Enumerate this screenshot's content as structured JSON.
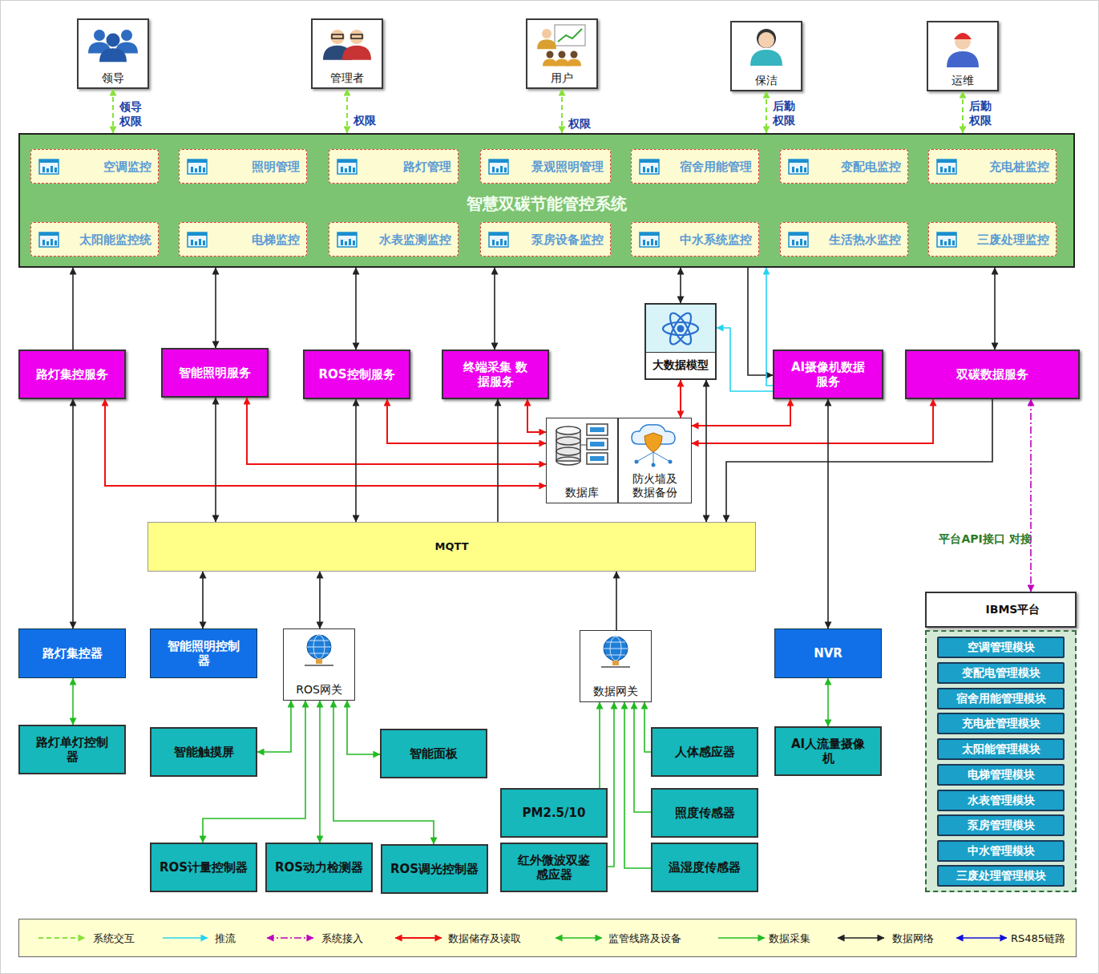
{
  "diagram": {
    "nodes": [
      {
        "text": [
          "领导"
        ]
      },
      {
        "text": [
          "管理者"
        ]
      },
      {
        "text": [
          "用户"
        ]
      },
      {
        "text": [
          "保洁"
        ]
      },
      {
        "text": [
          "运维"
        ]
      },
      {
        "text": [
          "智慧双碳节能管控系统"
        ]
      },
      {
        "text": [
          "空调监控"
        ],
        "in": 5
      },
      {
        "text": [
          "照明管理"
        ],
        "in": 5
      },
      {
        "text": [
          "路灯管理"
        ],
        "in": 5
      },
      {
        "text": [
          "景观照明管理"
        ],
        "in": 5
      },
      {
        "text": [
          "宿舍用能管理"
        ],
        "in": 5
      },
      {
        "text": [
          "变配电监控"
        ],
        "in": 5
      },
      {
        "text": [
          "充电桩监控"
        ],
        "in": 5
      },
      {
        "text": [
          "太阳能监控统"
        ],
        "in": 5
      },
      {
        "text": [
          "电梯监控"
        ],
        "in": 5
      },
      {
        "text": [
          "水表监测监控"
        ],
        "in": 5
      },
      {
        "text": [
          "泵房设备监控"
        ],
        "in": 5
      },
      {
        "text": [
          "中水系统监控"
        ],
        "in": 5
      },
      {
        "text": [
          "生活热水监控"
        ],
        "in": 5
      },
      {
        "text": [
          "三废处理监控"
        ],
        "in": 5
      },
      {
        "text": [
          "大数据模型"
        ]
      },
      {
        "text": [
          "路灯集控服务"
        ]
      },
      {
        "text": [
          "智能照明服务"
        ]
      },
      {
        "text": [
          "ROS控制服务"
        ]
      },
      {
        "text": [
          "终端采集 数据服务"
        ]
      },
      {
        "text": [
          "AI摄像机数据 服务"
        ]
      },
      {
        "text": [
          "双碳数据服务"
        ]
      },
      {
        "text": [
          "数据库"
        ]
      },
      {
        "text": [
          "防火墙及 数据备份"
        ]
      },
      {
        "text": [
          "MQTT"
        ]
      },
      {
        "text": [
          "路灯集控器"
        ]
      },
      {
        "text": [
          "智能照明控制 器"
        ]
      },
      {
        "text": [
          "ROS网关"
        ]
      },
      {
        "text": [
          "数据网关"
        ]
      },
      {
        "text": [
          "NVR"
        ]
      },
      {
        "text": [
          "IBMS平台"
        ]
      },
      {
        "text": [
          "空调管理模块"
        ],
        "in": 35
      },
      {
        "text": [
          "变配电管理模块"
        ],
        "in": 35
      },
      {
        "text": [
          "宿舍用能管理模块"
        ],
        "in": 35
      },
      {
        "text": [
          "充电桩管理模块"
        ],
        "in": 35
      },
      {
        "text": [
          "太阳能管理模块"
        ],
        "in": 35
      },
      {
        "text": [
          "电梯管理模块"
        ],
        "in": 35
      },
      {
        "text": [
          "水表管理模块"
        ],
        "in": 35
      },
      {
        "text": [
          "泵房管理模块"
        ],
        "in": 35
      },
      {
        "text": [
          "中水管理模块"
        ],
        "in": 35
      },
      {
        "text": [
          "三废处理管理模块"
        ],
        "in": 35
      },
      {
        "text": [
          "路灯单灯控制 器"
        ]
      },
      {
        "text": [
          "智能触摸屏"
        ]
      },
      {
        "text": [
          "智能面板"
        ]
      },
      {
        "text": [
          "ROS计量控制器"
        ]
      },
      {
        "text": [
          "ROS动力检测器"
        ]
      },
      {
        "text": [
          "ROS调光控制器"
        ]
      },
      {
        "text": [
          "AI人流量摄像 机"
        ]
      },
      {
        "text": [
          "PM2.5/10"
        ]
      },
      {
        "text": [
          "红外微波双鉴 感应器"
        ]
      },
      {
        "text": [
          "人体感应器"
        ]
      },
      {
        "text": [
          "照度传感器"
        ]
      },
      {
        "text": [
          "温湿度传感器"
        ]
      }
    ],
    "edges": [
      {
        "from": 0,
        "to": 5,
        "arrow": "both",
        "label": "领导 权限"
      },
      {
        "from": 1,
        "to": 5,
        "arrow": "both",
        "label": "权限"
      },
      {
        "from": 2,
        "to": 5,
        "arrow": "both",
        "label": "权限"
      },
      {
        "from": 3,
        "to": 5,
        "arrow": "both",
        "label": "后勤 权限"
      },
      {
        "from": 4,
        "to": 5,
        "arrow": "both",
        "label": "后勤 权限"
      },
      {
        "from": 21,
        "to": 5,
        "arrow": "to"
      },
      {
        "from": 22,
        "to": 5,
        "arrow": "both"
      },
      {
        "from": 23,
        "to": 5,
        "arrow": "both"
      },
      {
        "from": 24,
        "to": 5,
        "arrow": "both"
      },
      {
        "from": 20,
        "to": 5,
        "arrow": "both"
      },
      {
        "from": 5,
        "to": 25,
        "arrow": "to"
      },
      {
        "from": 25,
        "to": 5,
        "arrow": "to"
      },
      {
        "from": 25,
        "to": 20,
        "arrow": "to"
      },
      {
        "from": 26,
        "to": 5,
        "arrow": "both"
      },
      {
        "from": 21,
        "to": 27,
        "arrow": "both"
      },
      {
        "from": 22,
        "to": 27,
        "arrow": "both"
      },
      {
        "from": 23,
        "to": 27,
        "arrow": "both"
      },
      {
        "from": 24,
        "to": 27,
        "arrow": "both"
      },
      {
        "from": 20,
        "to": 28,
        "arrow": "both"
      },
      {
        "from": 25,
        "to": 28,
        "arrow": "both"
      },
      {
        "from": 26,
        "to": 28,
        "arrow": "both"
      },
      {
        "from": 21,
        "to": 30,
        "arrow": "both"
      },
      {
        "from": 22,
        "to": 29,
        "arrow": "both"
      },
      {
        "from": 23,
        "to": 29,
        "arrow": "both"
      },
      {
        "from": 29,
        "to": 24,
        "arrow": "to"
      },
      {
        "from": 20,
        "to": 29,
        "arrow": "both"
      },
      {
        "from": 26,
        "to": 29,
        "arrow": "to"
      },
      {
        "from": 25,
        "to": 34,
        "arrow": "both"
      },
      {
        "from": 26,
        "to": 35,
        "arrow": "both",
        "label": "平台API接口 对接"
      },
      {
        "from": 29,
        "to": 31,
        "arrow": "both"
      },
      {
        "from": 29,
        "to": 32,
        "arrow": "both"
      },
      {
        "from": 33,
        "to": 29,
        "arrow": "to"
      },
      {
        "from": 30,
        "to": 46,
        "arrow": "both"
      },
      {
        "from": 32,
        "to": 47,
        "arrow": "both"
      },
      {
        "from": 32,
        "to": 48,
        "arrow": "both"
      },
      {
        "from": 32,
        "to": 49,
        "arrow": "both"
      },
      {
        "from": 32,
        "to": 50,
        "arrow": "both"
      },
      {
        "from": 32,
        "to": 51,
        "arrow": "both"
      },
      {
        "from": 34,
        "to": 52,
        "arrow": "both"
      },
      {
        "from": 53,
        "to": 33,
        "arrow": "to"
      },
      {
        "from": 54,
        "to": 33,
        "arrow": "to"
      },
      {
        "from": 55,
        "to": 33,
        "arrow": "to"
      },
      {
        "from": 56,
        "to": 33,
        "arrow": "to"
      },
      {
        "from": 57,
        "to": 33,
        "arrow": "to"
      }
    ],
    "legend": [
      {
        "text": "系统交互"
      },
      {
        "text": "推流"
      },
      {
        "text": "系统接入"
      },
      {
        "text": "数据储存及读取"
      },
      {
        "text": "监管线路及设备"
      },
      {
        "text": "数据采集"
      },
      {
        "text": "数据网络"
      },
      {
        "text": "RS485链路"
      }
    ]
  }
}
